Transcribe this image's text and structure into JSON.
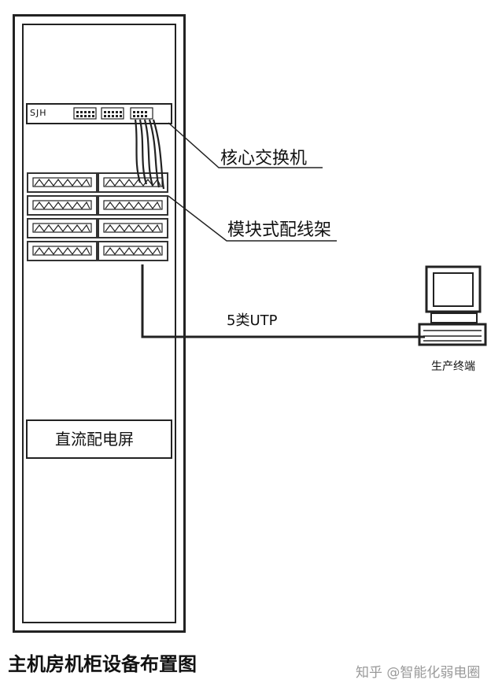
{
  "title": "主机房机柜设备布置图",
  "switch_tag": "SJH",
  "labels": {
    "core_switch": "核心交换机",
    "patch_panel": "模块式配线架",
    "cable": "5类UTP",
    "terminal": "生产终端",
    "dc_panel": "直流配电屏"
  },
  "watermark": "知乎 @智能化弱电圈",
  "colors": {
    "line": "#222222",
    "background": "#ffffff",
    "watermark": "#9a9a9a"
  },
  "icons": [
    "computer-terminal-icon",
    "network-switch-icon",
    "patch-panel-icon"
  ]
}
